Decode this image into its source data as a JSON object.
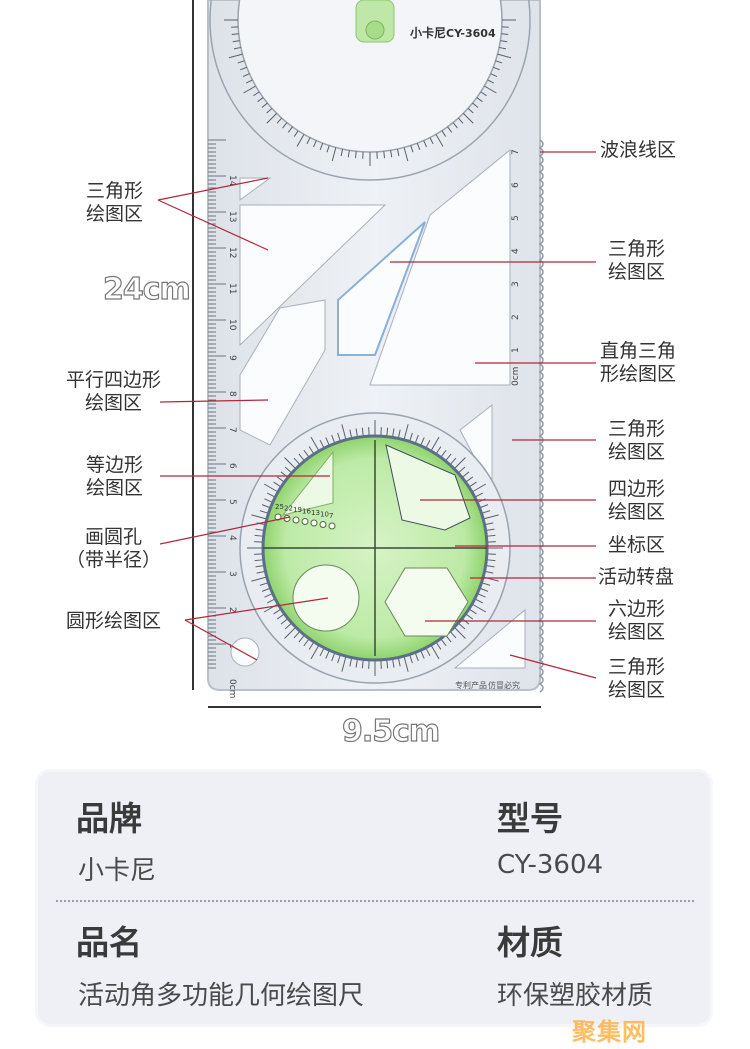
{
  "product": {
    "logo_text": "小卡尼",
    "model_text": "CY-3604",
    "stamp_left": "专利产品",
    "stamp_right": "仿冒必究"
  },
  "dimensions": {
    "height": "24cm",
    "width": "9.5cm"
  },
  "callouts_left": [
    {
      "text": "三角形\n绘图区",
      "name": "triangle-area-left-label"
    },
    {
      "text": "平行四边形\n绘图区",
      "name": "parallelogram-area-label"
    },
    {
      "text": "等边形\n绘图区",
      "name": "equilateral-area-label"
    },
    {
      "text": "画圆孔\n（带半径）",
      "name": "circle-hole-label"
    },
    {
      "text": "圆形绘图区",
      "name": "circle-area-label"
    }
  ],
  "callouts_right": [
    {
      "text": "波浪线区",
      "name": "wavy-line-label"
    },
    {
      "text": "三角形\n绘图区",
      "name": "triangle-area-right-1-label"
    },
    {
      "text": "直角三角\n形绘图区",
      "name": "right-triangle-area-label"
    },
    {
      "text": "三角形\n绘图区",
      "name": "triangle-area-right-2-label"
    },
    {
      "text": "四边形\n绘图区",
      "name": "quadrilateral-area-label"
    },
    {
      "text": "坐标区",
      "name": "coordinate-area-label"
    },
    {
      "text": "活动转盘",
      "name": "rotating-dial-label"
    },
    {
      "text": "六边形\n绘图区",
      "name": "hexagon-area-label"
    },
    {
      "text": "三角形\n绘图区",
      "name": "triangle-area-right-3-label"
    }
  ],
  "ruler_numbers": [
    "14",
    "13",
    "12",
    "11",
    "10",
    "9",
    "8",
    "7",
    "6",
    "5",
    "4",
    "3",
    "2",
    "1",
    "0cm"
  ],
  "wave_numbers": [
    "7",
    "6",
    "5",
    "4",
    "3",
    "2",
    "1",
    "0cm"
  ],
  "hole_numbers": [
    "7",
    "10",
    "13",
    "16",
    "19",
    "22",
    "25"
  ],
  "specs": [
    {
      "key": "品牌",
      "value": "小卡尼"
    },
    {
      "key": "型号",
      "value": "CY-3604"
    },
    {
      "key": "品名",
      "value": "活动角多功能几何绘图尺"
    },
    {
      "key": "材质",
      "value": "环保塑胶材质"
    }
  ],
  "watermark": "聚集网",
  "colors": {
    "ruler": "#e4e8ee",
    "dial": "#a6e08a",
    "line": "#b0293a",
    "card": "#eef0f6"
  }
}
